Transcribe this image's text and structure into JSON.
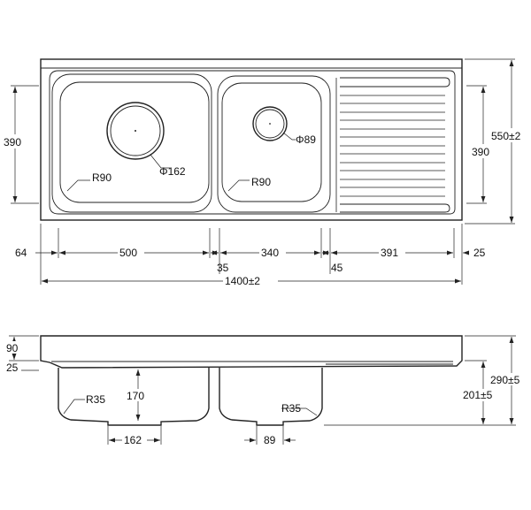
{
  "top_view": {
    "left_bowl_radius": "R90",
    "right_bowl_radius": "R90",
    "left_drain_dia": "Φ162",
    "right_drain_dia": "Φ89",
    "height_left": "390",
    "height_right": "390",
    "overall_depth": "550±2",
    "dims": {
      "d1": "64",
      "d2": "500",
      "d3": "35",
      "d4": "340",
      "d5": "45",
      "d6": "391",
      "d7": "25",
      "overall_width": "1400±2"
    }
  },
  "side_view": {
    "top_thickness": "90",
    "rim_thickness": "25",
    "bowl_corner_left": "R35",
    "bowl_corner_right": "R35",
    "bowl_depth": "170",
    "drain_left": "162",
    "drain_right": "89",
    "overall_height": "290±5",
    "bowl_height": "201±5"
  }
}
